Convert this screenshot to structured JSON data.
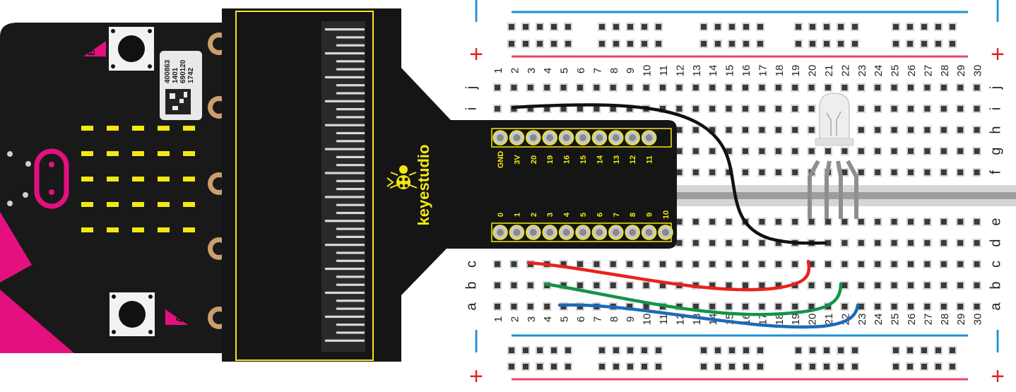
{
  "breadboard": {
    "columns": [
      "1",
      "2",
      "3",
      "4",
      "5",
      "6",
      "7",
      "8",
      "9",
      "10",
      "11",
      "12",
      "13",
      "14",
      "15",
      "16",
      "17",
      "18",
      "19",
      "20",
      "21",
      "22",
      "23",
      "24",
      "25",
      "26",
      "27",
      "28",
      "29",
      "30"
    ],
    "top_rows": [
      "j",
      "i",
      "h",
      "g",
      "f"
    ],
    "bottom_rows": [
      "e",
      "d",
      "c",
      "b",
      "a"
    ],
    "rail_plus": "+",
    "rail_minus": "|"
  },
  "shield": {
    "brand": "keyestudio",
    "top_pins": [
      "GND",
      "3V",
      "20",
      "19",
      "16",
      "15",
      "14",
      "13",
      "12",
      "11"
    ],
    "bottom_pins": [
      "0",
      "1",
      "2",
      "3",
      "4",
      "5",
      "6",
      "7",
      "8",
      "9",
      "10"
    ]
  },
  "microbit": {
    "button_a": "A",
    "button_b": "B",
    "qr_text": [
      "400863",
      "1401",
      "690120",
      "1742"
    ]
  },
  "wires": [
    {
      "name": "black-wire",
      "color": "#111111"
    },
    {
      "name": "red-wire",
      "color": "#e8231b"
    },
    {
      "name": "green-wire",
      "color": "#119447"
    },
    {
      "name": "blue-wire",
      "color": "#1d6ab7"
    }
  ],
  "colors": {
    "rail_blue": "#1b8fd3",
    "rail_red": "#e8456a",
    "rail_plus_red": "#e2231a",
    "microbit_pink": "#e5107f",
    "led_yellow": "#f5e812",
    "shield_black": "#151515"
  }
}
